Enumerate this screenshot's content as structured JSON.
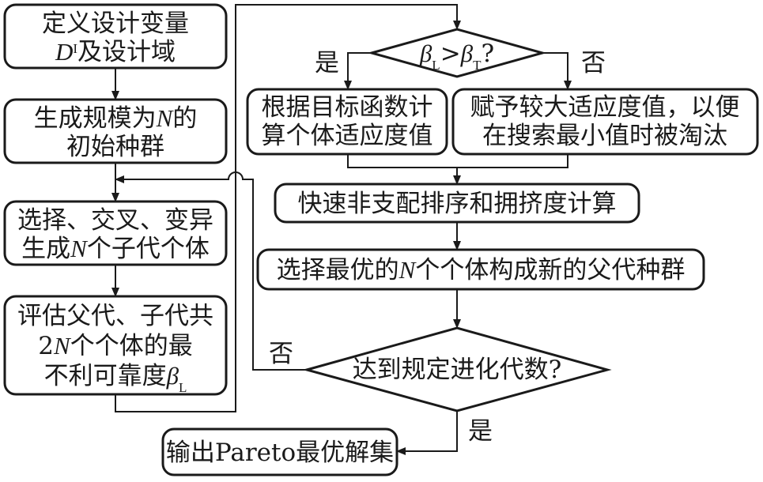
{
  "nodes": {
    "define": {
      "line1": "定义设计变量",
      "var": "D",
      "sup": "I",
      "line2_rest": "及设计域"
    },
    "init": {
      "line1_a": "生成规模为",
      "var": "N",
      "line1_b": "的",
      "line2": "初始种群"
    },
    "evolve": {
      "line1": "选择、交叉、变异",
      "line2_a": "生成",
      "var": "N",
      "line2_b": "个子代个体"
    },
    "evaluate": {
      "line1": "评估父代、子代共",
      "line2_num": "2",
      "var": "N",
      "line2_b": "个个体的最",
      "line3_a": "不利可靠度",
      "beta": "β",
      "beta_sub": "L"
    },
    "decision1": {
      "beta1": "β",
      "sub1": "L",
      "op": ">",
      "beta2": "β",
      "sub2": "T",
      "q": "?"
    },
    "fitness": {
      "line1": "根据目标函数计",
      "line2": "算个体适应度值"
    },
    "penalty": {
      "line1": "赋予较大适应度值，以便",
      "line2": "在搜索最小值时被淘汰"
    },
    "sort": {
      "label": "快速非支配排序和拥挤度计算"
    },
    "select": {
      "label_a": "选择最优的",
      "var": "N",
      "label_b": "个个体构成新的父代种群"
    },
    "decision2": {
      "label": "达到规定进化代数?"
    },
    "output": {
      "label": "输出Pareto最优解集"
    }
  },
  "edge_labels": {
    "d1_yes": "是",
    "d1_no": "否",
    "d2_no": "否",
    "d2_yes": "是"
  },
  "colors": {
    "stroke": "#1a1a1a",
    "background": "#ffffff"
  }
}
